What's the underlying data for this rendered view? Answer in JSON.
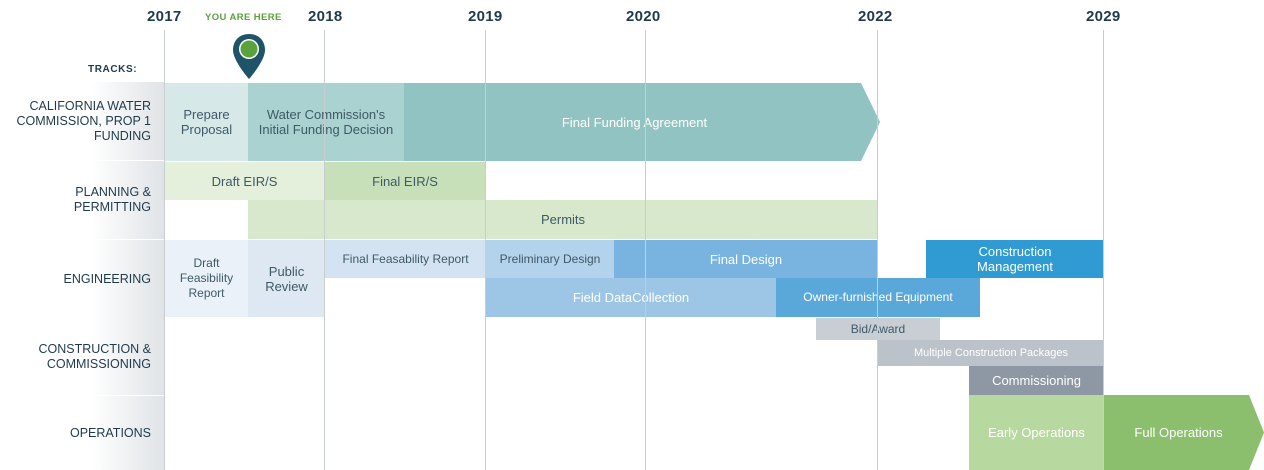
{
  "header": {
    "years": [
      "2017",
      "2018",
      "2019",
      "2020",
      "2022",
      "2029"
    ],
    "you_are_here": "YOU ARE HERE",
    "tracks_label": "TRACKS:"
  },
  "tracks": [
    "CALIFORNIA WATER COMMISSION, PROP 1 FUNDING",
    "PLANNING & PERMITTING",
    "ENGINEERING",
    "CONSTRUCTION & COMMISSIONING",
    "OPERATIONS"
  ],
  "bars": {
    "prepare_proposal": "Prepare Proposal",
    "initial_funding": "Water Commission's Initial Funding Decision",
    "final_funding": "Final Funding Agreement",
    "draft_eir": "Draft EIR/S",
    "final_eir": "Final EIR/S",
    "permits": "Permits",
    "draft_feasibility": "Draft Feasibility Report",
    "public_review": "Public Review",
    "final_feasibility": "Final Feasability Report",
    "preliminary_design": "Preliminary Design",
    "final_design": "Final Design",
    "construction_management": "Construction Management",
    "field_data": "Field DataCollection",
    "owner_equipment": "Owner-furnished Equipment",
    "bid_award": "Bid/Award",
    "construction_packages": "Multiple Construction Packages",
    "commissioning": "Commissioning",
    "early_operations": "Early Operations",
    "full_operations": "Full Operations"
  },
  "colors": {
    "funding_light": "#d6e9e8",
    "funding_mid": "#a9d2d0",
    "funding_dark": "#92c3c3",
    "planning_light": "#e4efdc",
    "planning_mid": "#c7e0b9",
    "engineering_light": "#dde8f3",
    "engineering_mid": "#9dc5e5",
    "engineering_dark": "#6aaedb",
    "engineering_bright": "#2f9bd2",
    "construction_light": "#bcc2ca",
    "construction_mid": "#8e97a4",
    "operations_light": "#b7d89e",
    "operations_dark": "#8bbf6e",
    "marker": "#1f5468",
    "marker_dot": "#5aa23c"
  }
}
